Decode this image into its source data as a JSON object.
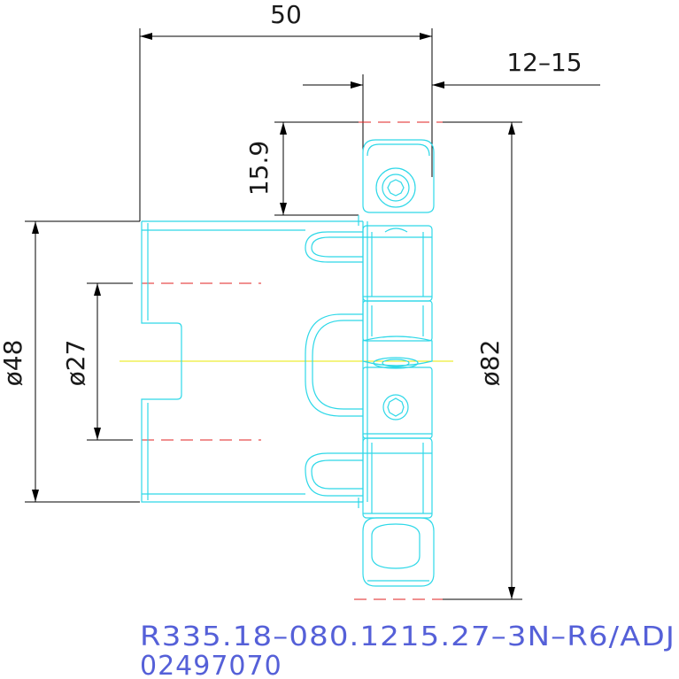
{
  "colors": {
    "dimension": "#000000",
    "outline": "#2ed8e8",
    "hidden": "#e02020",
    "centerline": "#e8e800",
    "label": "#5560d8"
  },
  "dimensions": {
    "length": "50",
    "insert_width": "12–15",
    "offset": "15.9",
    "shank_diameter": "ø48",
    "bore_diameter": "ø27",
    "cutter_diameter": "ø82"
  },
  "label": {
    "part_code": "R335.18–080.1215.27–3N–R6/ADJ",
    "order_number": "02497070"
  }
}
